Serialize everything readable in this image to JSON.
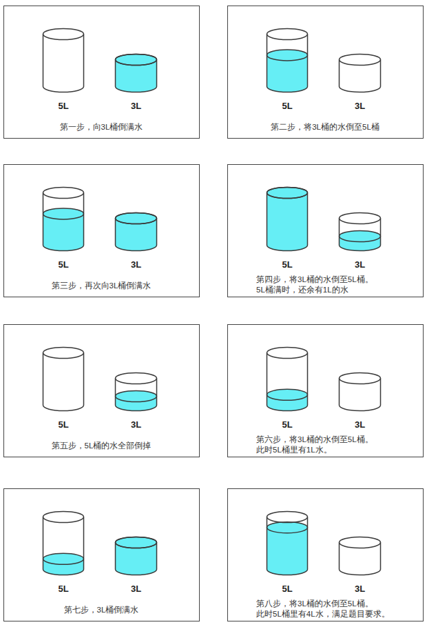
{
  "diagram": {
    "nodes": [
      {
        "text": [
          "第一步，向3L桶倒满水"
        ]
      },
      {
        "text": [
          "5L"
        ],
        "in": 0
      },
      {
        "text": [
          "3L"
        ],
        "in": 0
      },
      {
        "text": [
          "第二步，将3L桶的水倒至5L桶"
        ]
      },
      {
        "text": [
          "5L"
        ],
        "in": 3
      },
      {
        "text": [
          "3L"
        ],
        "in": 3
      },
      {
        "text": [
          "第三步，再次向3L桶倒满水"
        ]
      },
      {
        "text": [
          "5L"
        ],
        "in": 6
      },
      {
        "text": [
          "3L"
        ],
        "in": 6
      },
      {
        "text": [
          "第四步，将3L桶的水倒至5L桶。 5L桶满时，还余有1L的水"
        ]
      },
      {
        "text": [
          "5L"
        ],
        "in": 9
      },
      {
        "text": [
          "3L"
        ],
        "in": 9
      },
      {
        "text": [
          "第五步，5L桶的水全部倒掉"
        ]
      },
      {
        "text": [
          "5L"
        ],
        "in": 12
      },
      {
        "text": [
          "3L"
        ],
        "in": 12
      },
      {
        "text": [
          "第六步，将3L桶的水倒至5L桶。 此时5L桶里有1L水。"
        ]
      },
      {
        "text": [
          "5L"
        ],
        "in": 15
      },
      {
        "text": [
          "3L"
        ],
        "in": 15
      },
      {
        "text": [
          "第七步，3L桶倒满水"
        ]
      },
      {
        "text": [
          "5L"
        ],
        "in": 18
      },
      {
        "text": [
          "3L"
        ],
        "in": 18
      },
      {
        "text": [
          "第八步，将3L桶的水倒至5L桶。 此时5L桶里有4L水，满足题目要求。"
        ]
      },
      {
        "text": [
          "5L"
        ],
        "in": 21
      },
      {
        "text": [
          "3L"
        ],
        "in": 21
      }
    ]
  }
}
